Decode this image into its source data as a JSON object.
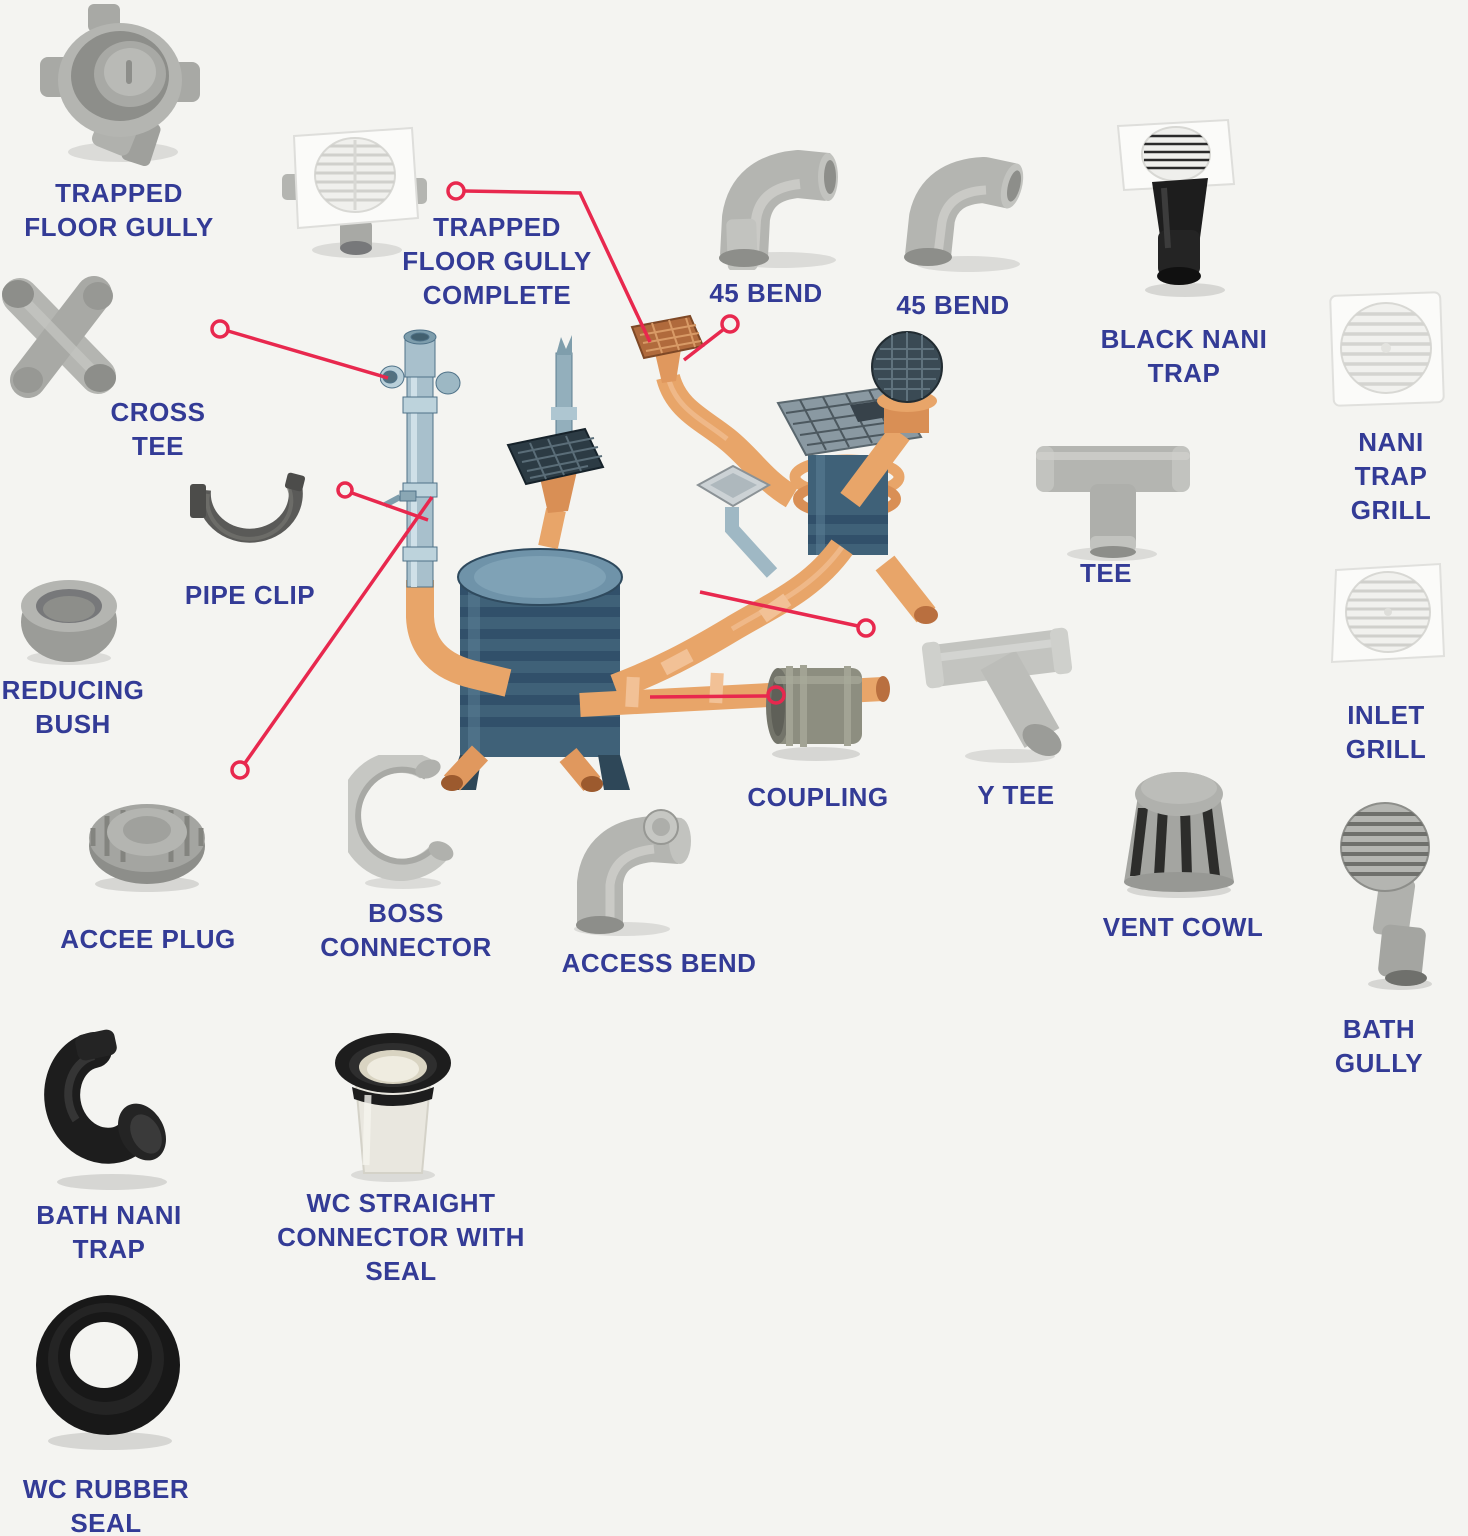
{
  "title": "SWR drainage fittings diagram",
  "colors": {
    "background": "#f4f4f1",
    "label_text": "#333b96",
    "callout_line": "#e8284e",
    "fitting_gray": "#b4b5b1",
    "fitting_dark_gray": "#5a5a58",
    "rubber_black": "#1d1d1d",
    "grille_white": "#fbfbf9",
    "pipe_orange": "#e8a569",
    "pipe_blue": "#a8c0cc",
    "chamber_blue": "#3f6178"
  },
  "items": [
    {
      "id": "trapped-floor-gully",
      "label": "TRAPPED\nFLOOR GULLY"
    },
    {
      "id": "trapped-floor-gully-complete",
      "label": "TRAPPED\nFLOOR GULLY\nCOMPLETE"
    },
    {
      "id": "45-bend-1",
      "label": "45 BEND"
    },
    {
      "id": "45-bend-2",
      "label": "45 BEND"
    },
    {
      "id": "black-nani-trap",
      "label": "BLACK NANI\nTRAP"
    },
    {
      "id": "nani-trap-grill",
      "label": "NANI\nTRAP GRILL"
    },
    {
      "id": "cross-tee",
      "label": "CROSS\nTEE"
    },
    {
      "id": "pipe-clip",
      "label": "PIPE CLIP"
    },
    {
      "id": "reducing-bush",
      "label": "REDUCING\nBUSH"
    },
    {
      "id": "tee",
      "label": "TEE"
    },
    {
      "id": "inlet-grill",
      "label": "INLET GRILL"
    },
    {
      "id": "coupling",
      "label": "COUPLING"
    },
    {
      "id": "y-tee",
      "label": "Y TEE"
    },
    {
      "id": "accee-plug",
      "label": "ACCEE PLUG"
    },
    {
      "id": "boss-connector",
      "label": "BOSS\nCONNECTOR"
    },
    {
      "id": "access-bend",
      "label": "ACCESS BEND"
    },
    {
      "id": "vent-cowl",
      "label": "VENT COWL"
    },
    {
      "id": "bath-gully",
      "label": "BATH GULLY"
    },
    {
      "id": "bath-nani-trap",
      "label": "BATH NANI\nTRAP"
    },
    {
      "id": "wc-straight-connector",
      "label": "WC STRAIGHT\nCONNECTOR WITH\nSEAL"
    },
    {
      "id": "wc-rubber-seal",
      "label": "WC RUBBER\nSEAL"
    }
  ]
}
